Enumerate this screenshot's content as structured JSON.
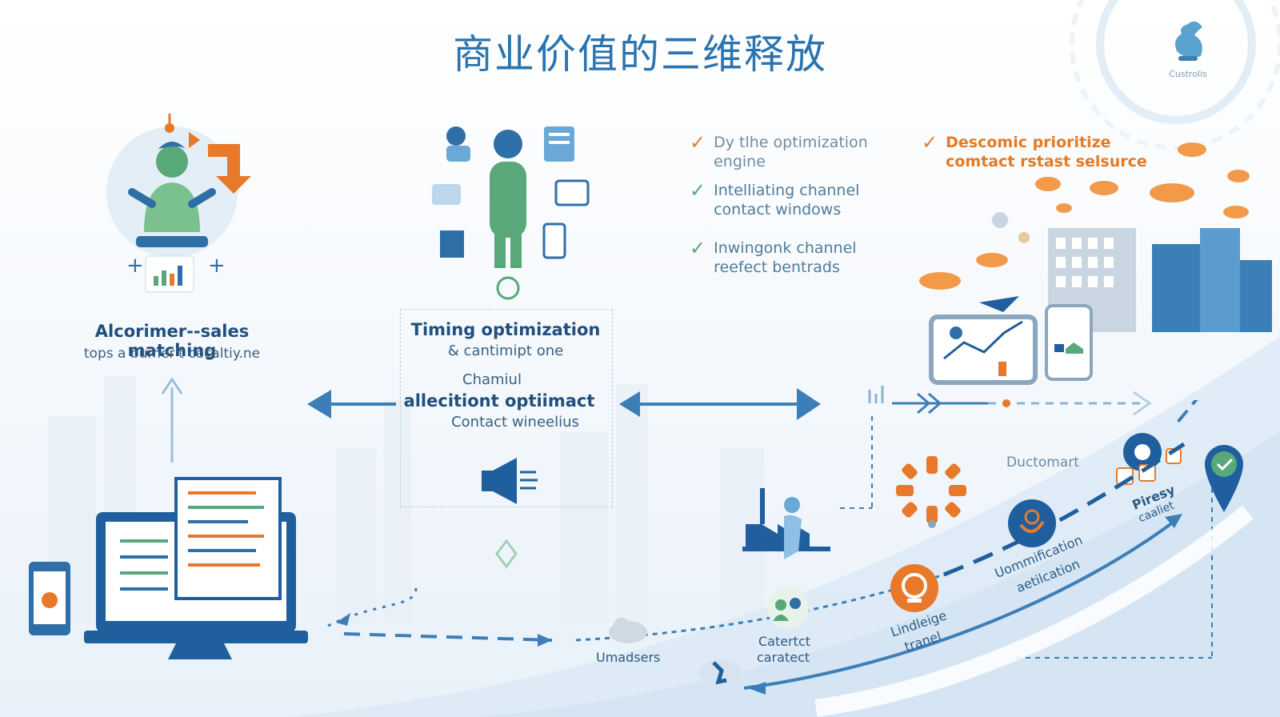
{
  "title": "商业价值的三维释放",
  "logo": {
    "text": "Custrolis"
  },
  "left_panel": {
    "heading": "Alcorimer--sales matching",
    "subheading": "tops a bumer't cecaltiy.ne"
  },
  "center_panel": {
    "line1": "Timing optimization",
    "line2": "& cantimipt one",
    "line3": "Chamiul",
    "line4": "allecitiont optiimact",
    "line5": "Contact wineelius"
  },
  "checklist_left": [
    {
      "text": "Dy tlhe optimization engine"
    },
    {
      "text": "Intelliating channel contact windows"
    },
    {
      "text": "Inwingonk channel reefect bentrads"
    }
  ],
  "checklist_right": [
    {
      "text": "Descomic prioritize comtact rstast selsurce"
    }
  ],
  "flow_labels": {
    "ductomart": "Ductomart",
    "umadsers": "Umadsers",
    "caterct_1": "Catertct",
    "caterct_2": "caratect",
    "lindeige_1": "Lindleige",
    "lindeige_2": "tranel",
    "commification_1": "Uommification",
    "commification_2": "aetilcation",
    "piresy_1": "Piresy",
    "piresy_2": "caaliet"
  },
  "colors": {
    "primary_blue": "#1f5f9e",
    "accent_orange": "#e8792a",
    "accent_green": "#58a87a",
    "light_blue": "#6aa8d8"
  },
  "icons": [
    "person-icon",
    "laptop-icon",
    "megaphone-icon",
    "rocket-icon",
    "gear-icon",
    "target-icon",
    "location-pin-icon",
    "cloud-icon",
    "building-icon",
    "chart-icon"
  ]
}
